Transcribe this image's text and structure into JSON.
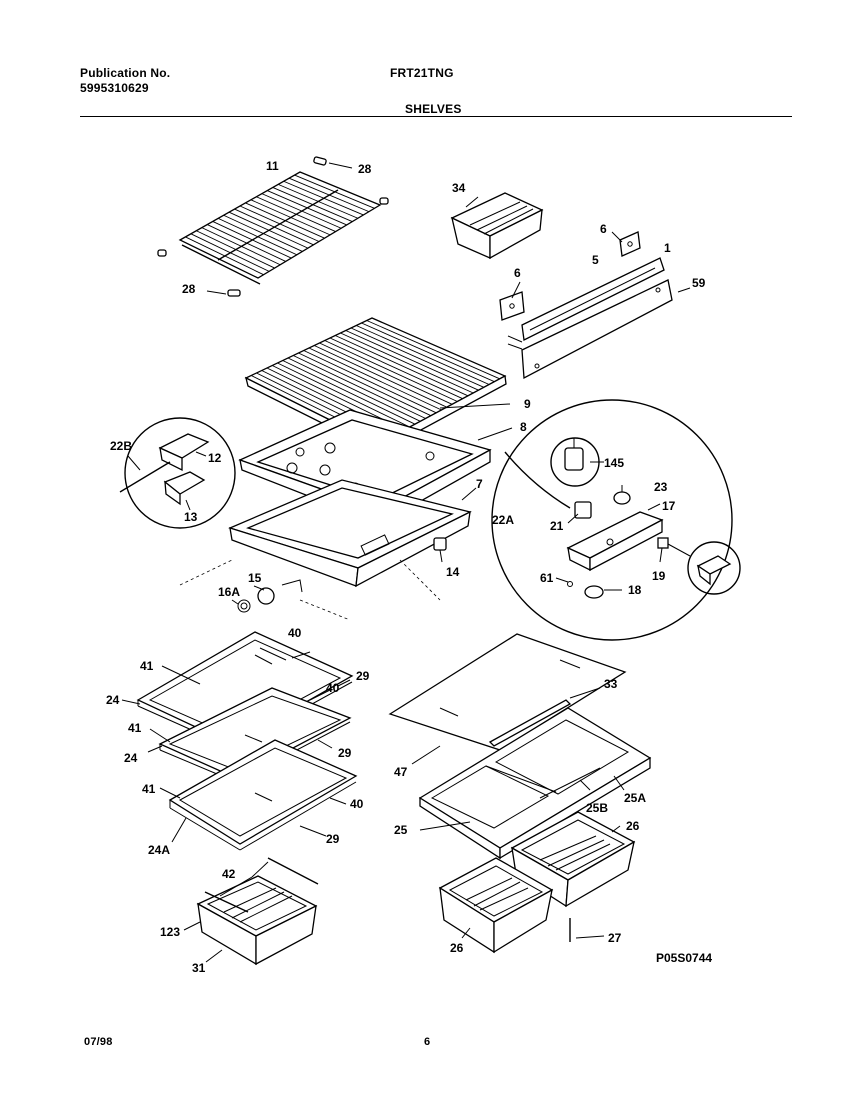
{
  "header": {
    "publication_label": "Publication No.",
    "publication_number": "5995310629",
    "model": "FRT21TNG",
    "section_title": "SHELVES"
  },
  "footer": {
    "date": "07/98",
    "page": "6",
    "drawing_code": "P05S0744"
  },
  "callouts": [
    "11",
    "28",
    "28",
    "34",
    "6",
    "6",
    "5",
    "1",
    "59",
    "9",
    "8",
    "22B",
    "12",
    "13",
    "7",
    "145",
    "23",
    "22A",
    "21",
    "17",
    "14",
    "15",
    "16A",
    "61",
    "18",
    "19",
    "40",
    "41",
    "29",
    "24",
    "40",
    "41",
    "29",
    "24",
    "41",
    "40",
    "24A",
    "29",
    "33",
    "47",
    "25B",
    "25A",
    "25",
    "26",
    "42",
    "123",
    "31",
    "26",
    "27"
  ]
}
